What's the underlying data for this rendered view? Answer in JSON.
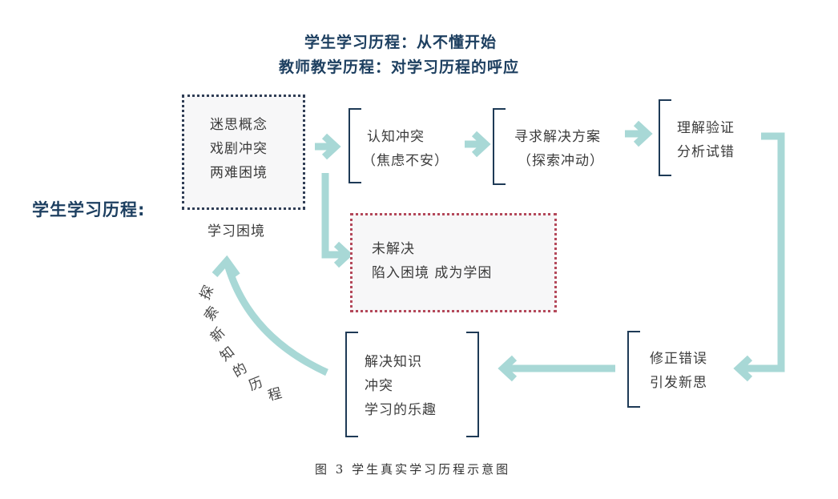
{
  "header": {
    "line1": "学生学习历程：从不懂开始",
    "line2": "教师教学历程：对学习历程的呼应"
  },
  "side_label": "学生学习历程:",
  "nodes": {
    "start_box": {
      "lines": [
        "迷思概念",
        "戏剧冲突",
        "两难困境"
      ],
      "label": "学习困境"
    },
    "cognitive_conflict": {
      "lines": [
        "认知冲突",
        "（焦虑不安）"
      ]
    },
    "seek_solution": {
      "lines": [
        "寻求解决方案",
        "（探索冲动）"
      ]
    },
    "understand_verify": {
      "lines": [
        "理解验证",
        "分析试错"
      ]
    },
    "unresolved": {
      "lines": [
        "未解决",
        "陷入困境 成为学困"
      ]
    },
    "correct_errors": {
      "lines": [
        "修正错误",
        "引发新思"
      ]
    },
    "resolve_conflict": {
      "lines": [
        "解决知识",
        "冲突",
        "学习的乐趣"
      ]
    }
  },
  "arc_label": [
    "探",
    "索",
    "新",
    "知",
    "的",
    "历",
    "程"
  ],
  "caption": "图 3   学生真实学习历程示意图",
  "colors": {
    "title": "#1d3f60",
    "bracket": "#1e3a56",
    "arrow": "#a8d8d6",
    "dot_navy": "#2f3d55",
    "dot_red": "#b4485a",
    "box_fill": "#f7f7f8"
  }
}
